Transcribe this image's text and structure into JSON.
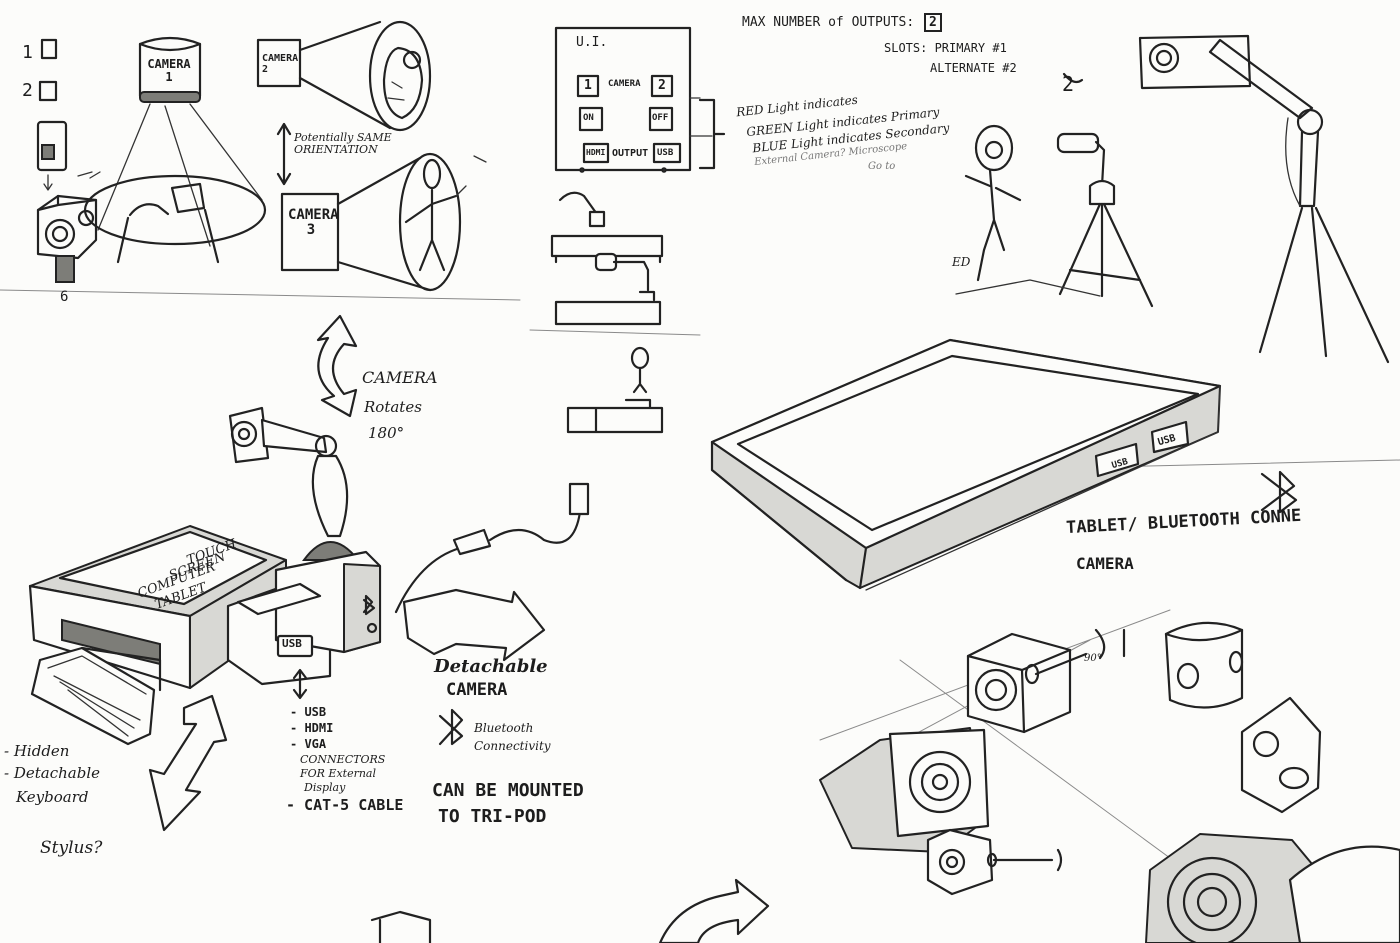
{
  "labels": {
    "step1": "1",
    "step2": "2",
    "step_angle": "6",
    "camera1": "CAMERA 1",
    "camera2": "CAMERA 2",
    "camera3": "CAMERA 3",
    "same_orientation": "Potentially SAME ORIENTATION",
    "ui_title": "U.I.",
    "ui_1": "1",
    "ui_2": "2",
    "ui_camera": "CAMERA",
    "ui_on": "ON",
    "ui_off": "OFF",
    "ui_hdmi": "HDMI",
    "ui_output": "OUTPUT",
    "ui_usb": "USB",
    "max_outputs": "MAX NUMBER of OUTPUTS:",
    "max_outputs_value": "2",
    "slots_primary": "SLOTS: PRIMARY #1",
    "slots_alternate": "ALTERNATE #2",
    "two_mark": "2",
    "red_light": "RED Light indicates",
    "green_light": "GREEN Light indicates Primary",
    "blue_light": "BLUE Light indicates Secondary",
    "external_camera": "External Camera? Microscope",
    "goto": "Go to",
    "ed": "ED",
    "camera_rotates": "CAMERA",
    "rotates": "Rotates",
    "rotates_deg": "180°",
    "touch": "TOUCH",
    "screen": "SCREEN",
    "computer": "COMPUTER",
    "tablet": "TABLET",
    "usb_port": "USB",
    "usb_port_2": "USB",
    "usb_dock": "USB",
    "list_usb": "- USB",
    "list_hdmi": "- HDMI",
    "list_vga": "- VGA",
    "connectors": "CONNECTORS",
    "for_external": "FOR External",
    "display": "Display",
    "cat5": "- CAT-5 CABLE",
    "detachable_camera_1": "Detachable",
    "detachable_camera_2": "CAMERA",
    "bluetooth_1": "Bluetooth",
    "bluetooth_2": "Connectivity",
    "mounted_1": "CAN BE MOUNTED",
    "mounted_2": "TO TRI-POD",
    "tablet_bt_1": "TABLET/ BLUETOOTH CONNE",
    "tablet_bt_2": "CAMERA",
    "hidden": "- Hidden",
    "detachable_kb_1": "- Detachable",
    "detachable_kb_2": "Keyboard",
    "stylus": "Stylus?",
    "deg90": "90°"
  }
}
